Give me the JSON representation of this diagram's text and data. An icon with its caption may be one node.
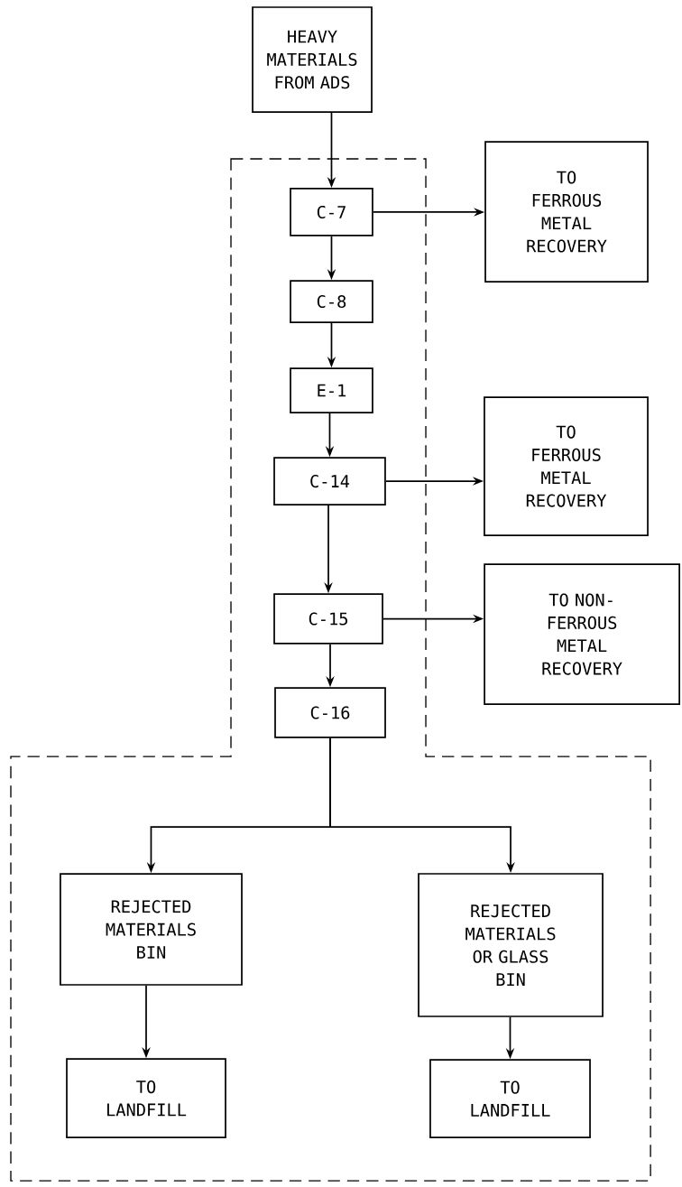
{
  "diagram": {
    "nodes": [
      {
        "text": [
          "HEAVY MATERIALS FROM ADS"
        ]
      },
      {
        "text": [
          "C-7"
        ]
      },
      {
        "text": [
          "TO FERROUS METAL RECOVERY"
        ]
      },
      {
        "text": [
          "C-8"
        ]
      },
      {
        "text": [
          "E-1"
        ]
      },
      {
        "text": [
          "C-14"
        ]
      },
      {
        "text": [
          "TO FERROUS METAL RECOVERY"
        ]
      },
      {
        "text": [
          "C-15"
        ]
      },
      {
        "text": [
          "TO NON-FERROUS METAL RECOVERY"
        ]
      },
      {
        "text": [
          "C-16"
        ]
      },
      {
        "text": [
          "REJECTED MATERIALS BIN"
        ]
      },
      {
        "text": [
          "REJECTED MATERIALS OR GLASS BIN"
        ]
      },
      {
        "text": [
          "TO LANDFILL"
        ]
      },
      {
        "text": [
          "TO LANDFILL"
        ]
      }
    ],
    "edges": [
      {
        "from": 0,
        "to": 1,
        "arrow": "to"
      },
      {
        "from": 1,
        "to": 2,
        "arrow": "to"
      },
      {
        "from": 1,
        "to": 3,
        "arrow": "to"
      },
      {
        "from": 3,
        "to": 4,
        "arrow": "to"
      },
      {
        "from": 4,
        "to": 5,
        "arrow": "to"
      },
      {
        "from": 5,
        "to": 6,
        "arrow": "to"
      },
      {
        "from": 5,
        "to": 7,
        "arrow": "to"
      },
      {
        "from": 7,
        "to": 8,
        "arrow": "to"
      },
      {
        "from": 7,
        "to": 9,
        "arrow": "to"
      },
      {
        "from": 9,
        "to": 10,
        "arrow": "to"
      },
      {
        "from": 9,
        "to": 11,
        "arrow": "to"
      },
      {
        "from": 10,
        "to": 12,
        "arrow": "to"
      },
      {
        "from": 11,
        "to": 13,
        "arrow": "to"
      }
    ]
  }
}
